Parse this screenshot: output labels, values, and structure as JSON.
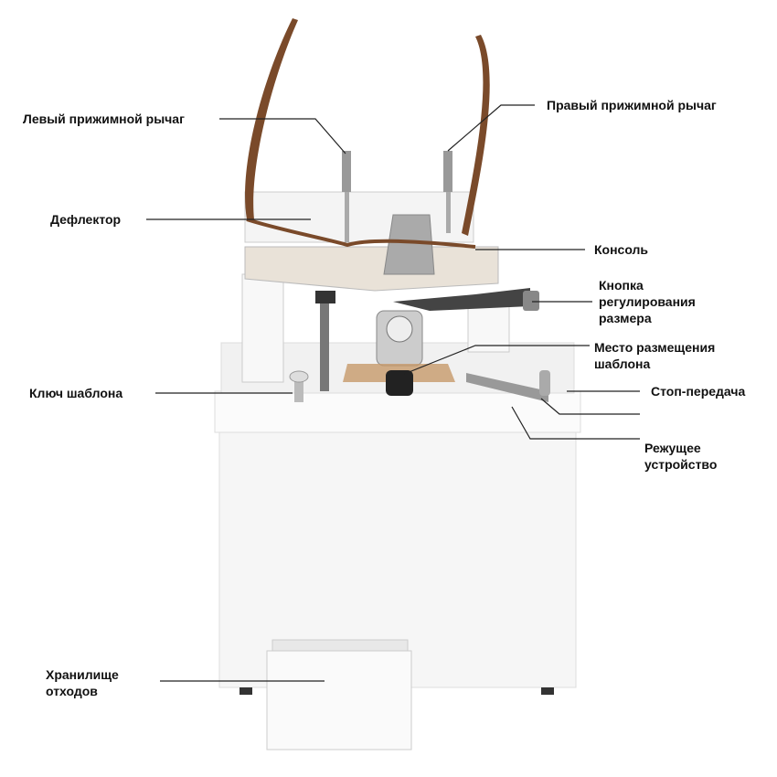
{
  "labels": {
    "left_clamp_lever": "Левый прижимной рычаг",
    "right_clamp_lever": "Правый прижимной рычаг",
    "deflector": "Дефлектор",
    "console": "Консоль",
    "size_knob_l1": "Кнопка",
    "size_knob_l2": "регулирования",
    "size_knob_l3": "размера",
    "template_place_l1": "Место размещения",
    "template_place_l2": "шаблона",
    "template_key": "Ключ шаблона",
    "stop_gear": "Стоп-передача",
    "cutter_l1": "Режущее",
    "cutter_l2": "устройство",
    "waste_l1": "Хранилище",
    "waste_l2": "отходов"
  },
  "colors": {
    "frame": "#7a4a2a",
    "body": "#f4f4f4",
    "metal": "#9a9a9a",
    "template": "#c79a6a"
  }
}
